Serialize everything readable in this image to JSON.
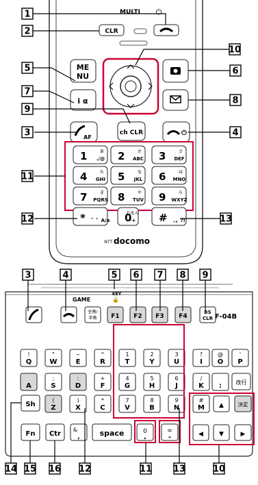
{
  "phone": {
    "top_label": "MULTI",
    "power_glyph": "⏻",
    "menu_key": [
      "ME",
      "NU"
    ],
    "clr_key": "CLR",
    "ch_clr_key": "ch CLR",
    "send_key_sub": "AF",
    "numpad": [
      {
        "main": "1",
        "kana": "あ",
        "sub": "./@"
      },
      {
        "main": "2",
        "kana": "か",
        "sub": "ABC"
      },
      {
        "main": "3",
        "kana": "さ",
        "sub": "DEF"
      },
      {
        "main": "4",
        "kana": "た",
        "sub": "GHI"
      },
      {
        "main": "5",
        "kana": "な",
        "sub": "JKL"
      },
      {
        "main": "6",
        "kana": "は",
        "sub": "MNO"
      },
      {
        "main": "7",
        "kana": "ま",
        "sub": "PQRS"
      },
      {
        "main": "8",
        "kana": "や",
        "sub": "TUV"
      },
      {
        "main": "9",
        "kana": "ら",
        "sub": "WXYZ"
      },
      {
        "main": "*",
        "kana": "",
        "sub": "゛゜A/a"
      },
      {
        "main": "0",
        "kana": "わをん",
        "sub": "ー+"
      },
      {
        "main": "#",
        "kana": "",
        "sub": "、。?!"
      }
    ],
    "brand": "docomo",
    "brand_prefix": "NTT"
  },
  "keyboard": {
    "game_label": "GAME",
    "key_lock_label": "KEY",
    "model": "F-04B",
    "zenkaku": [
      "全角/",
      "半角"
    ],
    "fkeys": [
      "F1",
      "F2",
      "F3",
      "F4"
    ],
    "bs_clr": [
      "BS",
      "CLR"
    ],
    "row1": [
      {
        "top": "!",
        "bot": "Q"
      },
      {
        "top": "\"",
        "bot": "W"
      },
      {
        "top": "~",
        "bot": "E"
      },
      {
        "top": "^",
        "bot": "R"
      },
      {
        "top": "1",
        "bot": "T"
      },
      {
        "top": "2",
        "bot": "Y"
      },
      {
        "top": "3",
        "bot": "U"
      },
      {
        "top": "?",
        "bot": "I"
      },
      {
        "top": "@",
        "bot": "O"
      },
      {
        "top": "'",
        "bot": "P"
      }
    ],
    "row2": [
      {
        "top": "",
        "bot": "A"
      },
      {
        "top": ";",
        "bot": "S"
      },
      {
        "top": ":",
        "bot": "D"
      },
      {
        "top": "+",
        "bot": "F"
      },
      {
        "top": "4",
        "bot": "G"
      },
      {
        "top": "5",
        "bot": "H"
      },
      {
        "top": "6",
        "bot": "J"
      },
      {
        "top": "/",
        "bot": "K"
      },
      {
        "top": "",
        "bot": ":"
      }
    ],
    "enter_label": "改行",
    "row3": [
      {
        "top": "(",
        "bot": "Z"
      },
      {
        "top": ")",
        "bot": "X"
      },
      {
        "top": "*",
        "bot": "C"
      },
      {
        "top": "7",
        "bot": "V"
      },
      {
        "top": "8",
        "bot": "B"
      },
      {
        "top": "9",
        "bot": "N"
      },
      {
        "top": "#",
        "bot": "M"
      }
    ],
    "sh": "Sh",
    "fn": "Fn",
    "ctr": "Ctr",
    "amp": [
      "&",
      ","
    ],
    "space": "space",
    "zero": [
      "0",
      "."
    ],
    "eq": [
      "=",
      "-"
    ],
    "kettei": "決定",
    "up": "▲",
    "down": "▼",
    "left": "◀",
    "right": "▶"
  },
  "callouts": [
    "1",
    "2",
    "3",
    "4",
    "5",
    "6",
    "7",
    "8",
    "9",
    "10",
    "11",
    "12",
    "13",
    "14",
    "15",
    "16"
  ],
  "bottom_callouts": [
    "14",
    "15",
    "16",
    "12",
    "11",
    "13",
    "10"
  ],
  "top_callouts": [
    "3",
    "4",
    "5",
    "6",
    "7",
    "8",
    "9"
  ],
  "colors": {
    "callout_line": "#cc0033",
    "key_gray": "#d8d8d8"
  }
}
